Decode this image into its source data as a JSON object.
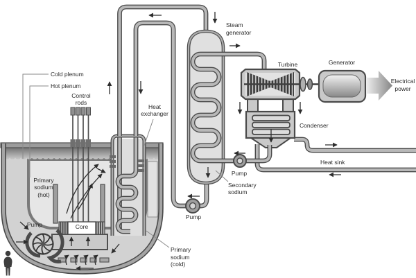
{
  "diagram": {
    "title_hint": "Pool-type sodium-cooled fast reactor schematic",
    "labels": {
      "cold_plenum": "Cold plenum",
      "hot_plenum": "Hot plenum",
      "control_rods": "Control\nrods",
      "heat_exchanger": "Heat\nexchanger",
      "steam_generator": "Steam\ngenerator",
      "turbine": "Turbine",
      "generator": "Generator",
      "electrical_power": "Electrical\npower",
      "condenser": "Condenser",
      "heat_sink": "Heat sink",
      "secondary_sodium": "Secondary\nsodium",
      "primary_sodium_hot": "Primary\nsodium\n(hot)",
      "primary_sodium_cold": "Primary\nsodium\n(cold)",
      "core": "Core",
      "pump_primary": "Pump",
      "pump_secondary": "Pump",
      "pump_feedwater": "Pump"
    },
    "colors": {
      "outline": "#4a4a4a",
      "pipe_fill": "#b8b8b8",
      "vessel_fill": "#e0e0e0",
      "cold_sodium": "#d2d2d2",
      "hot_sodium": "#e6e6e6",
      "equipment_fill": "#c9c9c9",
      "blade_dark": "#3b3b3b",
      "text": "#2a2a2a"
    }
  }
}
